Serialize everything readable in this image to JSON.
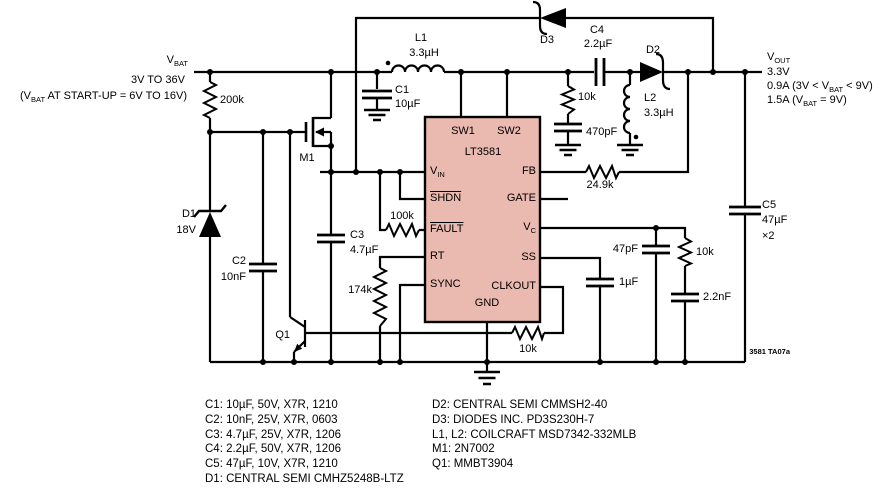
{
  "schematic": {
    "vbat": {
      "v": "V",
      "sub": "BAT",
      "range": "3V TO 36V",
      "note_pre": "(V",
      "note_sub": "BAT",
      "note_post": " AT START-UP = 6V TO 16V)"
    },
    "vout": {
      "v": "V",
      "sub": "OUT",
      "line2": "3.3V",
      "line3_pre": "0.9A (3V < V",
      "line3_sub": "BAT",
      "line3_post": " < 9V)",
      "line4_pre": "1.5A (V",
      "line4_sub": "BAT",
      "line4_post": " = 9V)"
    },
    "chip": {
      "part": "LT3581",
      "pin_sw1": "SW1",
      "pin_sw2": "SW2",
      "pin_vin_v": "V",
      "pin_vin_sub": "IN",
      "pin_shdn": "SHDN",
      "pin_fault": "FAULT",
      "pin_rt": "RT",
      "pin_sync": "SYNC",
      "pin_gnd": "GND",
      "pin_fb": "FB",
      "pin_gate": "GATE",
      "pin_vc_v": "V",
      "pin_vc_sub": "C",
      "pin_ss": "SS",
      "pin_clkout": "CLKOUT"
    },
    "labels": {
      "r_pullup": "200k",
      "l1_ref": "L1",
      "l1_val": "3.3µH",
      "c1_ref": "C1",
      "c1_val": "10µF",
      "d3_ref": "D3",
      "c4_ref": "C4",
      "c4_val": "2.2µF",
      "d2_ref": "D2",
      "r_sw": "10k",
      "c_sw": "470pF",
      "l2_ref": "L2",
      "l2_val": "3.3µH",
      "r_fb": "24.9k",
      "m1_ref": "M1",
      "d1_ref": "D1",
      "d1_val": "18V",
      "c2_ref": "C2",
      "c2_val": "10nF",
      "c3_ref": "C3",
      "c3_val": "4.7µF",
      "r_fault": "100k",
      "r_rt": "174k",
      "q1_ref": "Q1",
      "c_vc1": "47pF",
      "r_vc": "10k",
      "c_vc2": "2.2nF",
      "c_ss": "1µF",
      "r_clkout": "10k",
      "c5_ref": "C5",
      "c5_val": "47µF",
      "c5_mult": "×2",
      "note_code": "3581 TA07a"
    },
    "bom_left": [
      "C1: 10µF, 50V, X7R, 1210",
      "C2: 10nF, 25V, X7R, 0603",
      "C3: 4.7µF, 25V, X7R, 1206",
      "C4: 2.2µF, 50V, X7R, 1206",
      "C5: 47µF, 10V, X7R, 1210",
      "D1: CENTRAL SEMI CMHZ5248B-LTZ"
    ],
    "bom_right": [
      "D2: CENTRAL SEMI CMMSH2-40",
      "D3: DIODES INC. PD3S230H-7",
      "L1, L2: COILCRAFT MSD7342-332MLB",
      "M1: 2N7002",
      "Q1: MMBT3904"
    ],
    "colors": {
      "chip_fill": "#eab9af",
      "line": "#000000"
    }
  }
}
